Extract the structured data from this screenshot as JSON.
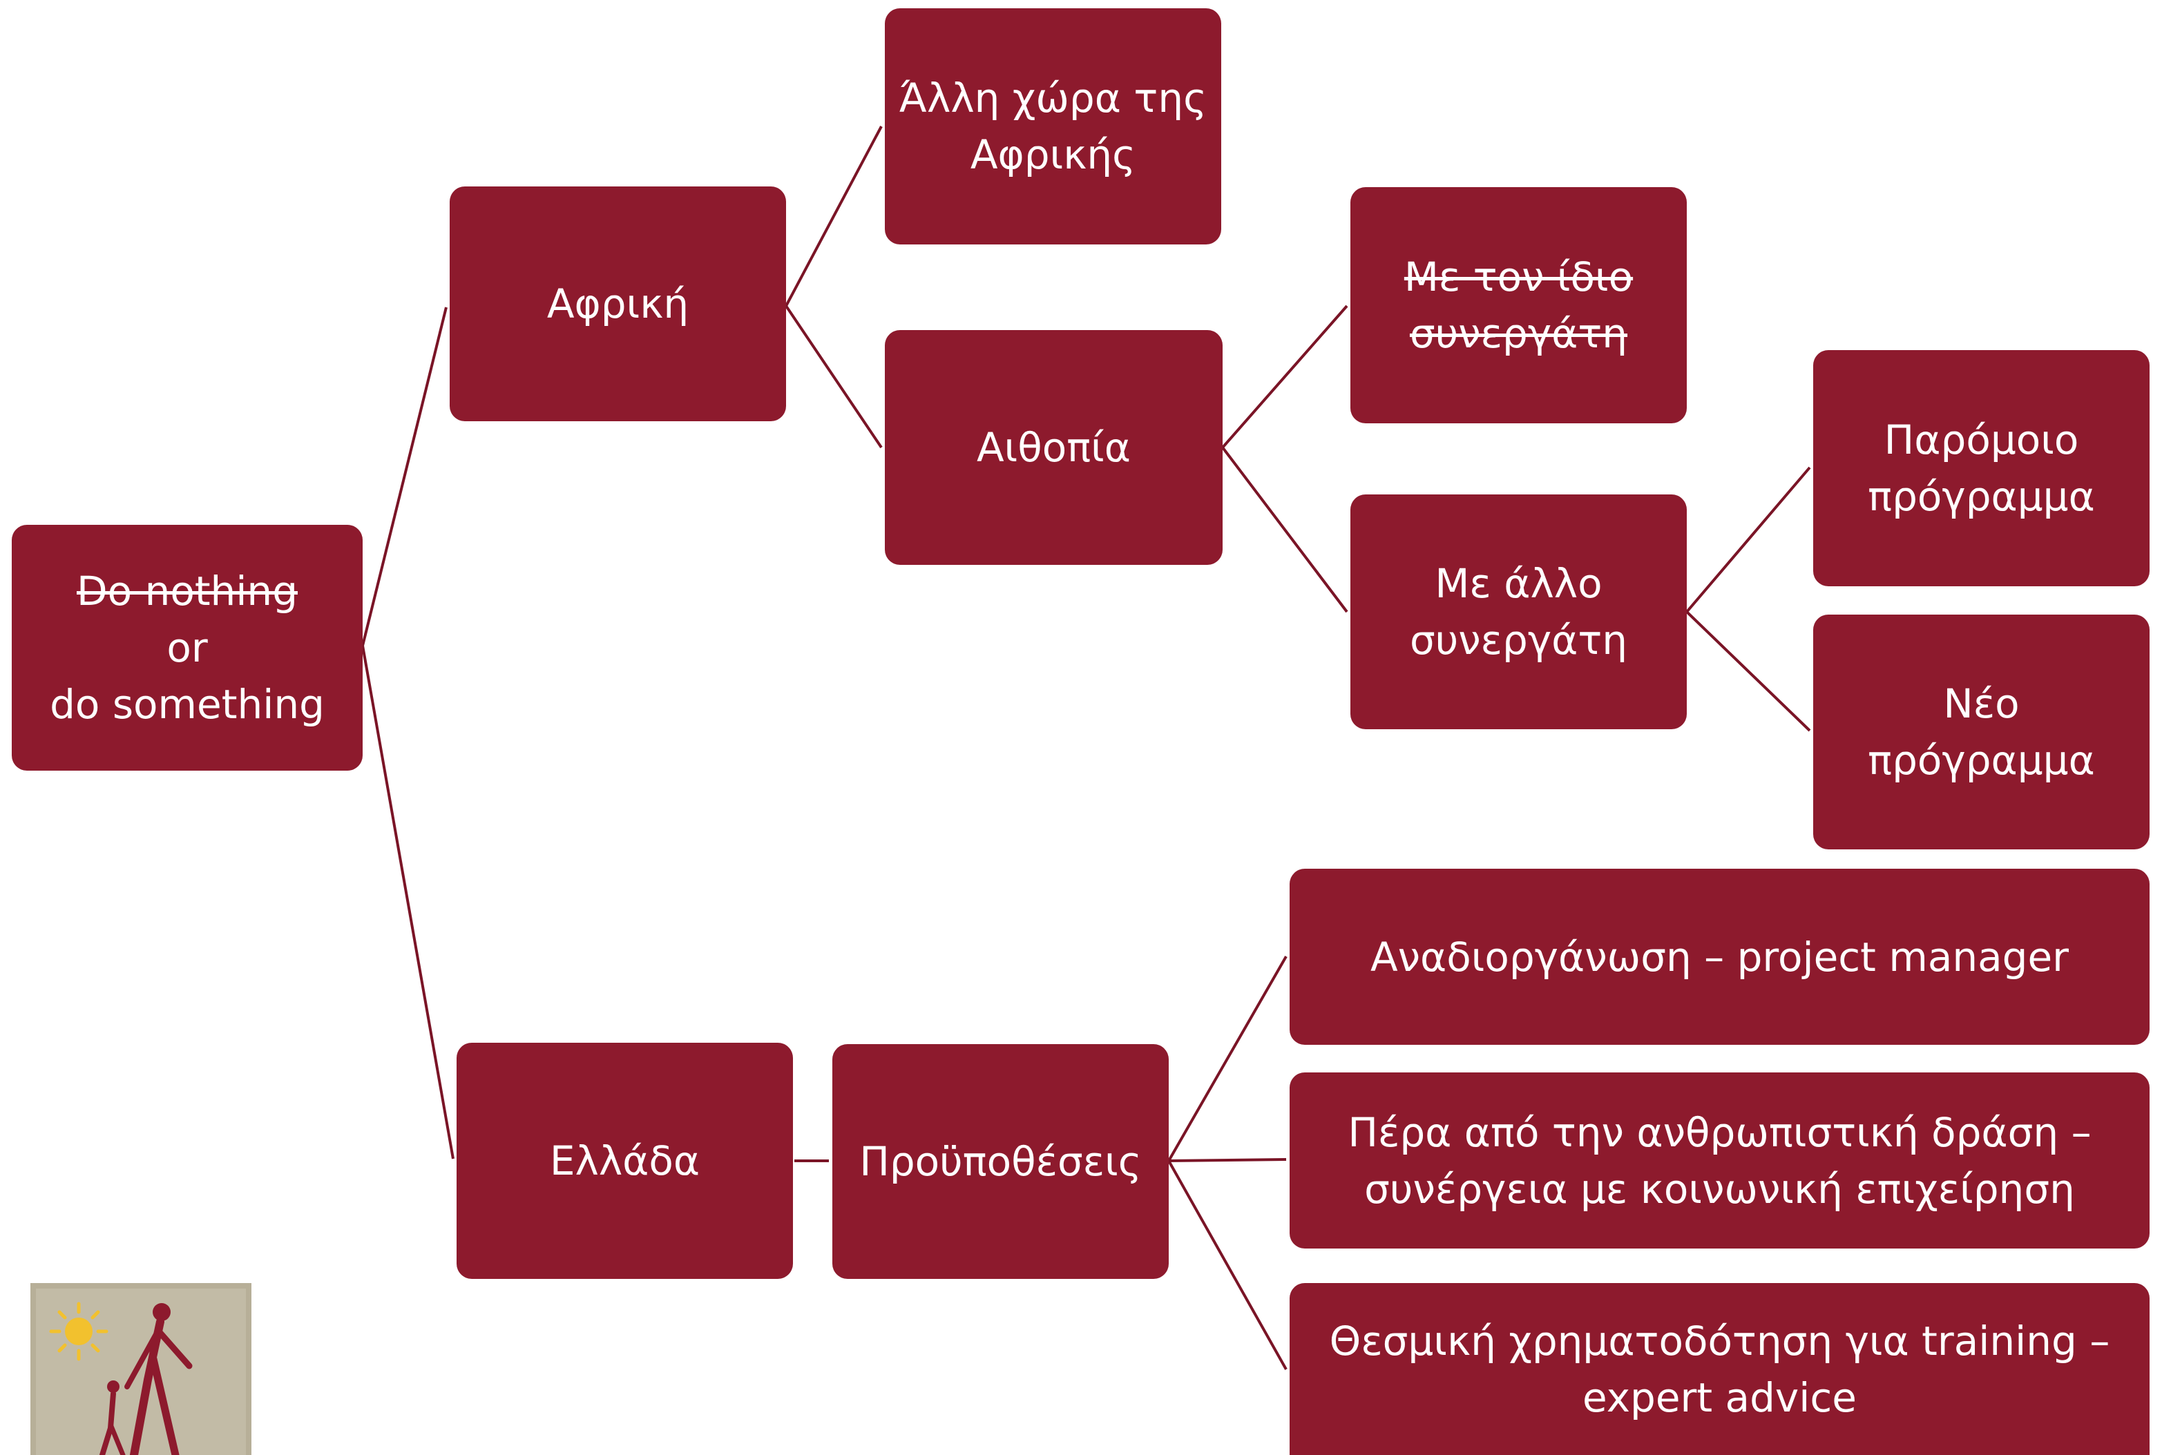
{
  "nodes": {
    "root": {
      "line1": "Do nothing",
      "line2": "or",
      "line3": "do something"
    },
    "africa": {
      "label": "Αφρική"
    },
    "other_country": {
      "line1": "Άλλη χώρα της",
      "line2": "Αφρικής"
    },
    "ethiopia": {
      "label": "Αιθοπία"
    },
    "same_partner": {
      "line1": "Με τον ίδιο",
      "line2": "συνεργάτη"
    },
    "other_partner": {
      "line1": "Με άλλο",
      "line2": "συνεργάτη"
    },
    "similar_program": {
      "line1": "Παρόμοιο",
      "line2": "πρόγραμμα"
    },
    "new_program": {
      "line1": "Νέο",
      "line2": "πρόγραμμα"
    },
    "greece": {
      "label": "Ελλάδα"
    },
    "prerequisites": {
      "label": "Προϋποθέσεις"
    },
    "reorganization": {
      "label": "Αναδιοργάνωση – project manager"
    },
    "beyond_humanitarian": {
      "line1": "Πέρα από την ανθρωπιστική δράση –",
      "line2": "συνέργεια με κοινωνική επιχείρηση"
    },
    "institutional_funding": {
      "line1": "Θεσμική χρηματοδότηση για training –",
      "line2": "expert advice"
    }
  },
  "colors": {
    "node_fill": "#8d1a2d",
    "node_text": "#ffffff",
    "connector": "#7a1426"
  },
  "icons": {
    "logo": "walking-figures-sun-logo"
  }
}
